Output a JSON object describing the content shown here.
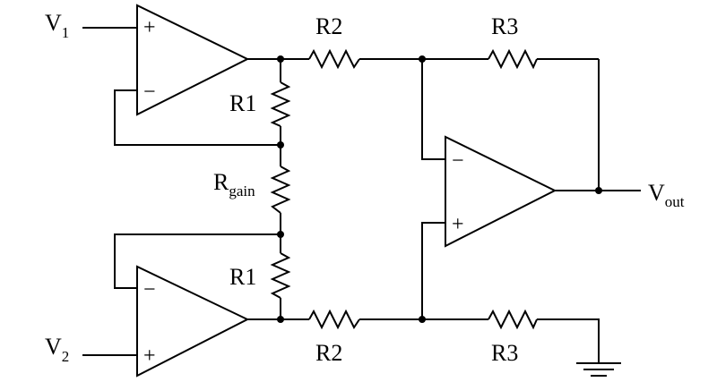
{
  "labels": {
    "v1_main": "V",
    "v1_sub": "1",
    "v2_main": "V",
    "v2_sub": "2",
    "vout_main": "V",
    "vout_sub": "out",
    "r1_top": "R1",
    "r1_bottom": "R1",
    "r2_top": "R2",
    "r2_bottom": "R2",
    "r3_top": "R3",
    "r3_bottom": "R3",
    "rgain_main": "R",
    "rgain_sub": "gain"
  },
  "signs": {
    "plus": "+",
    "minus": "−"
  },
  "icons": {
    "opamp": "op-amp-triangle",
    "resistor": "zigzag-resistor",
    "ground": "ground-symbol",
    "junction": "junction-dot"
  }
}
